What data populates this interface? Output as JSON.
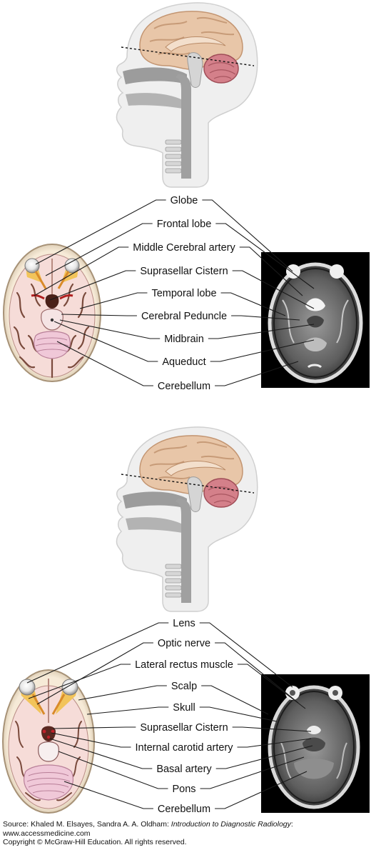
{
  "panels": [
    {
      "labels": [
        "Globe",
        "Frontal lobe",
        "Middle Cerebral artery",
        "Suprasellar Cistern",
        "Temporal lobe",
        "Cerebral Peduncle",
        "Midbrain",
        "Aqueduct",
        "Cerebellum"
      ]
    },
    {
      "labels": [
        "Lens",
        "Optic nerve",
        "Lateral rectus muscle",
        "Scalp",
        "Skull",
        "Suprasellar Cistern",
        "Internal carotid artery",
        "Basal artery",
        "Pons",
        "Cerebellum"
      ]
    }
  ],
  "credit": {
    "source_prefix": "Source: Khaled M. Elsayes, Sandra A. A. Oldham: ",
    "book_title": "Introduction to Diagnostic Radiology",
    "source_suffix": ":",
    "website": "www.accessmedicine.com",
    "copyright": "Copyright © McGraw-Hill Education. All rights reserved."
  }
}
